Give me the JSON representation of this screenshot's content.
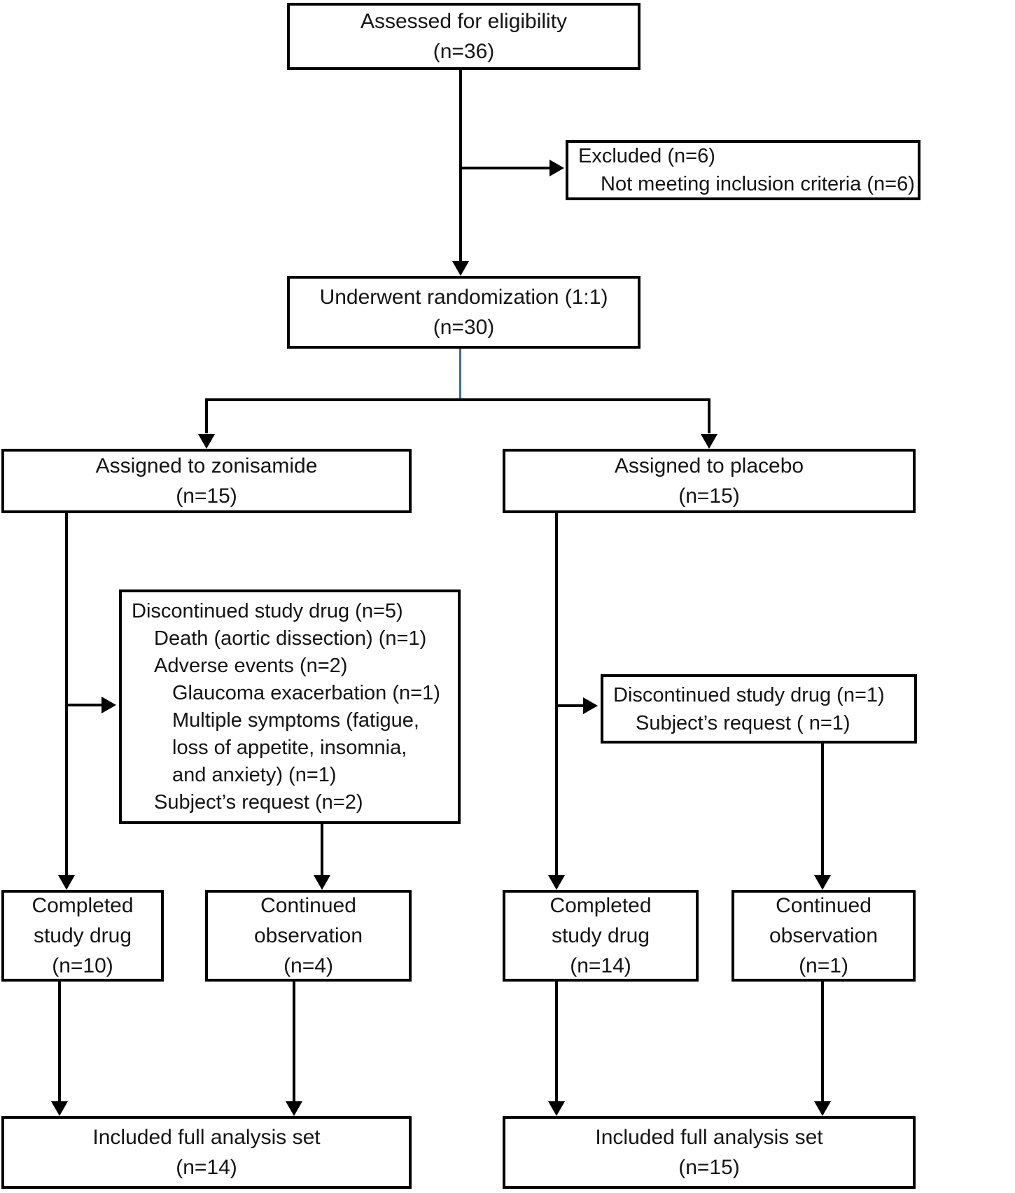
{
  "boxes": {
    "assessed": {
      "lines": [
        "Assessed for eligibility",
        "(n=36)"
      ]
    },
    "excluded": {
      "lines": [
        "Excluded (n=6)",
        "Not meeting inclusion criteria (n=6)"
      ]
    },
    "randomized": {
      "lines": [
        "Underwent randomization (1:1)",
        "(n=30)"
      ]
    },
    "assigned_zonisamide": {
      "lines": [
        "Assigned to zonisamide",
        "(n=15)"
      ]
    },
    "assigned_placebo": {
      "lines": [
        "Assigned to placebo",
        "(n=15)"
      ]
    },
    "discontinued_zonisamide": {
      "lines": [
        "Discontinued study drug (n=5)",
        "Death (aortic dissection) (n=1)",
        "Adverse events (n=2)",
        "Glaucoma exacerbation (n=1)",
        "Multiple symptoms (fatigue,",
        "loss of appetite, insomnia,",
        "and anxiety) (n=1)",
        "Subject’s request (n=2)"
      ]
    },
    "discontinued_placebo": {
      "lines": [
        "Discontinued study drug (n=1)",
        "Subject’s request ( n=1)"
      ]
    },
    "completed_zonisamide": {
      "lines": [
        "Completed",
        "study drug",
        "(n=10)"
      ]
    },
    "continued_zonisamide": {
      "lines": [
        "Continued",
        "observation",
        "(n=4)"
      ]
    },
    "completed_placebo": {
      "lines": [
        "Completed",
        "study drug",
        "(n=14)"
      ]
    },
    "continued_placebo": {
      "lines": [
        "Continued",
        "observation",
        "(n=1)"
      ]
    },
    "included_zonisamide": {
      "lines": [
        "Included full analysis set",
        "(n=14)"
      ]
    },
    "included_placebo": {
      "lines": [
        "Included full analysis set",
        "(n=15)"
      ]
    }
  },
  "colors": {
    "background": "#ffffff",
    "box_border": "#000000",
    "connector": "#000000",
    "randomization_connector_accent": "#3a7090",
    "text": "#141414"
  }
}
